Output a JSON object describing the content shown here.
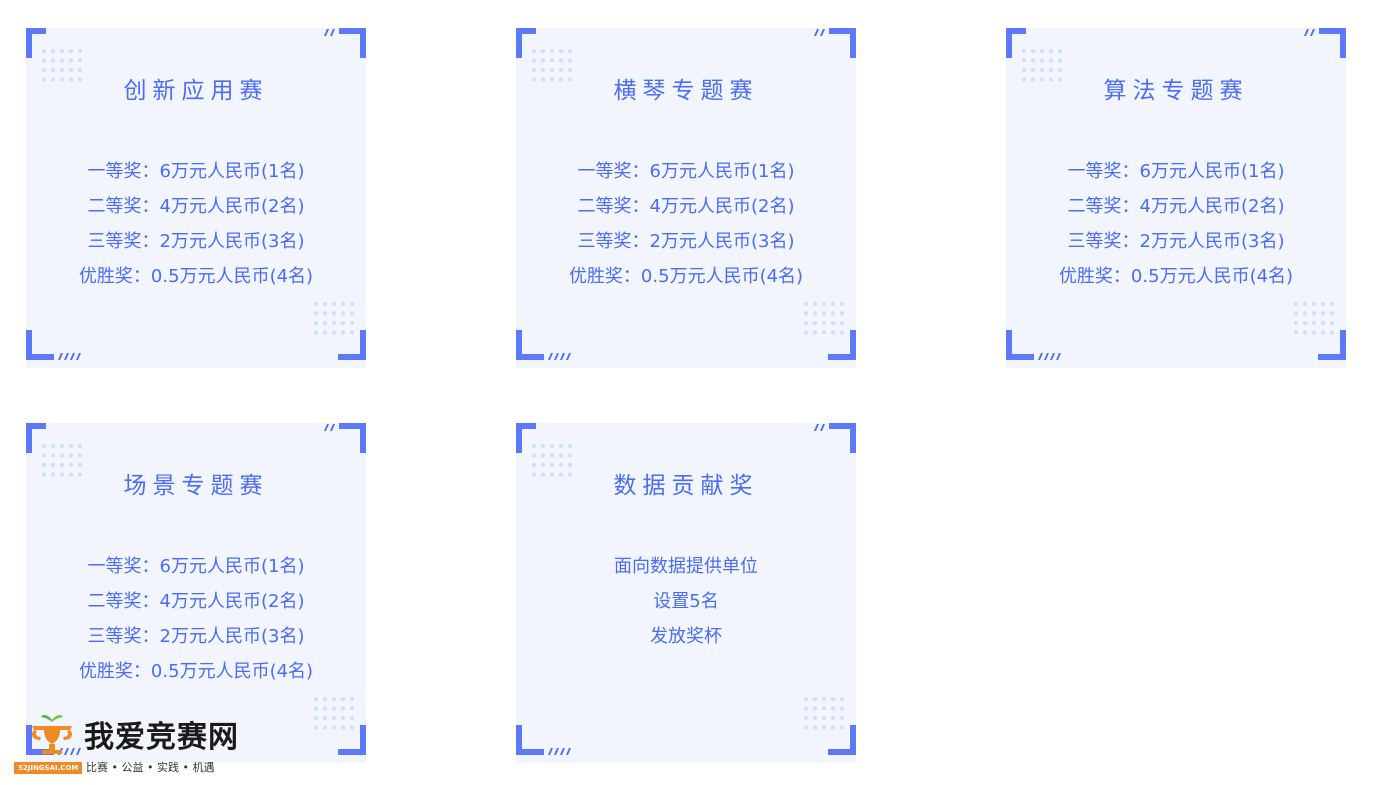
{
  "colors": {
    "accent": "#4a6cf7",
    "card_bg": "#f2f5fe",
    "logo_orange": "#f08a24",
    "logo_green": "#5db53d"
  },
  "cards": [
    {
      "title": "创新应用赛",
      "lines": [
        "一等奖：6万元人民币(1名)",
        "二等奖：4万元人民币(2名)",
        "三等奖：2万元人民币(3名)",
        "优胜奖：0.5万元人民币(4名)"
      ]
    },
    {
      "title": "横琴专题赛",
      "lines": [
        "一等奖：6万元人民币(1名)",
        "二等奖：4万元人民币(2名)",
        "三等奖：2万元人民币(3名)",
        "优胜奖：0.5万元人民币(4名)"
      ]
    },
    {
      "title": "算法专题赛",
      "lines": [
        "一等奖：6万元人民币(1名)",
        "二等奖：4万元人民币(2名)",
        "三等奖：2万元人民币(3名)",
        "优胜奖：0.5万元人民币(4名)"
      ]
    },
    {
      "title": "场景专题赛",
      "lines": [
        "一等奖：6万元人民币(1名)",
        "二等奖：4万元人民币(2名)",
        "三等奖：2万元人民币(3名)",
        "优胜奖：0.5万元人民币(4名)"
      ]
    },
    {
      "title": "数据贡献奖",
      "lines": [
        "面向数据提供单位",
        "设置5名",
        "发放奖杯"
      ]
    }
  ],
  "watermark": {
    "name": "我爱竞赛网",
    "domain": "52JINGSAI.COM",
    "slogan": "比赛 • 公益 • 实践 • 机遇",
    "icon": "trophy-logo-icon"
  }
}
